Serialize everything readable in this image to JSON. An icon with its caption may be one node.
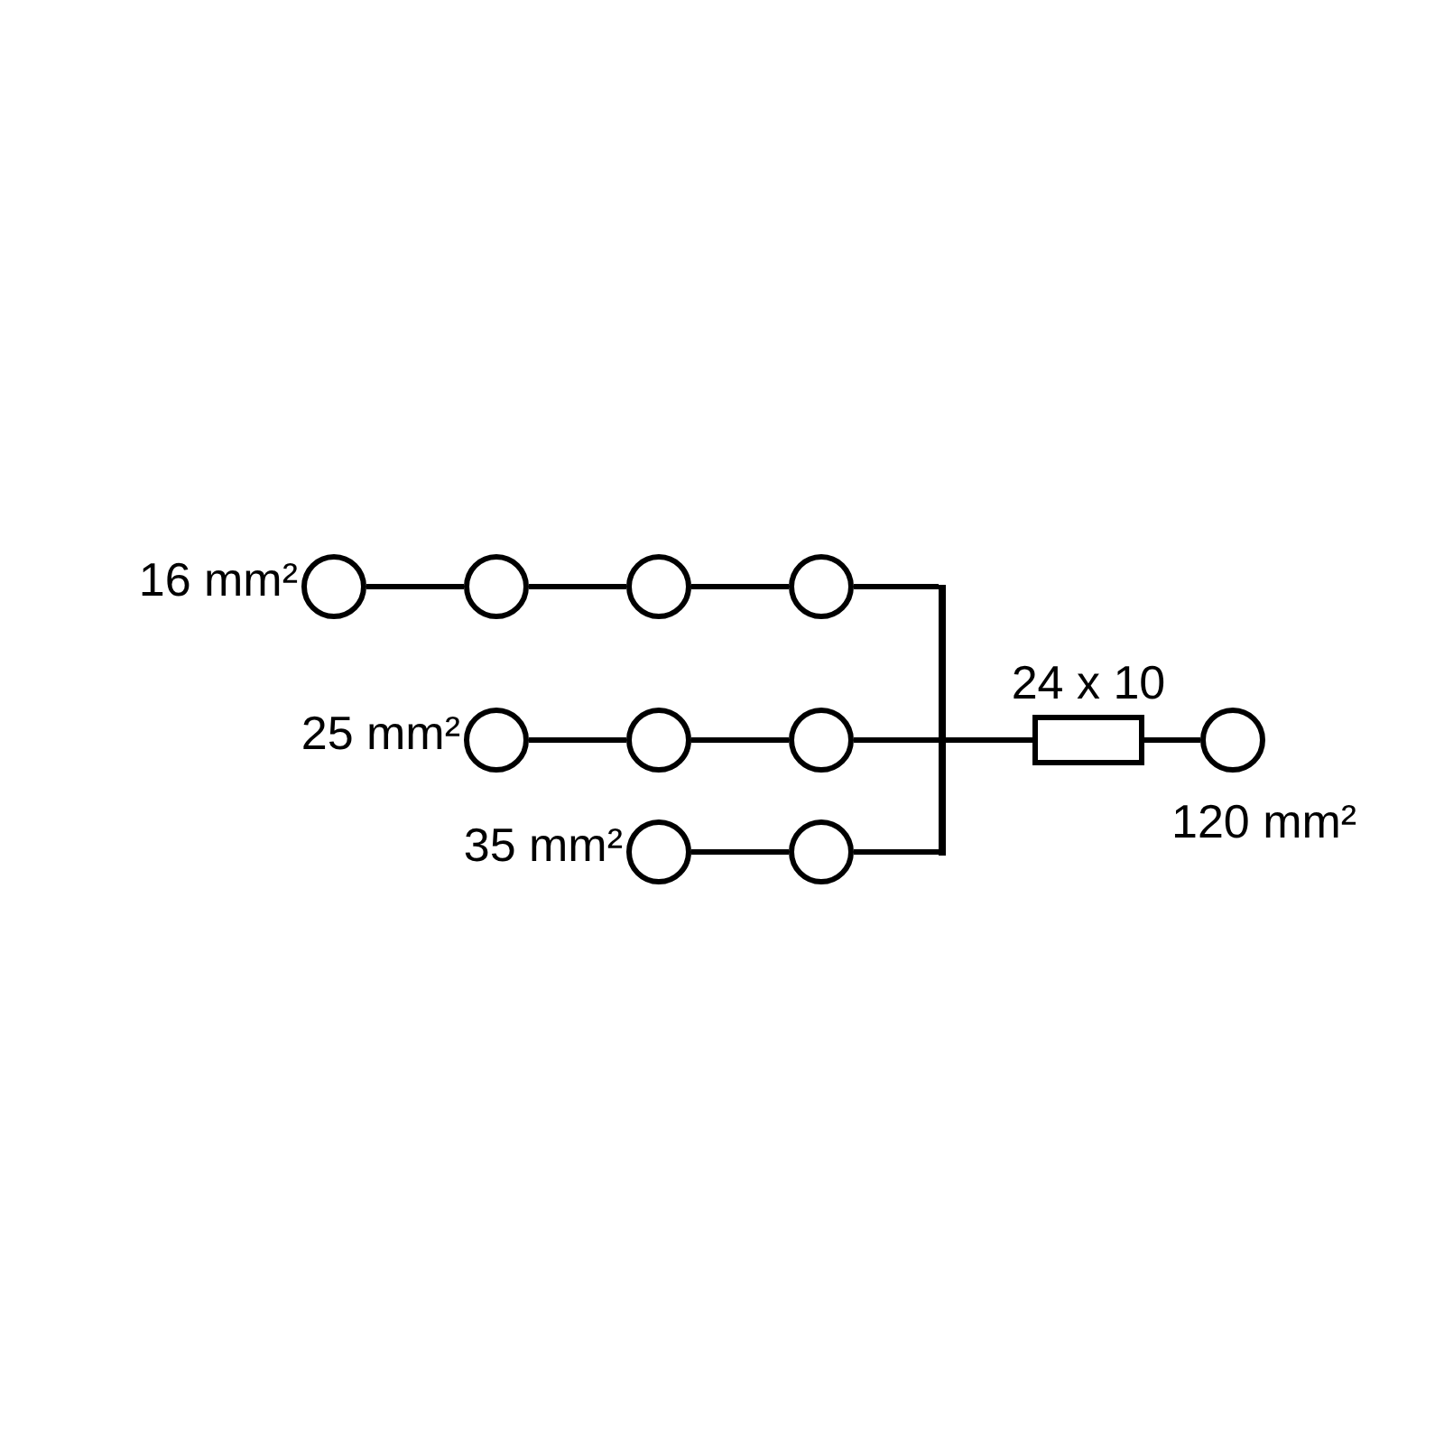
{
  "diagram": {
    "nodes": [
      {
        "text": [],
        "shape": "circle",
        "beside": [
          "16 mm²"
        ]
      },
      {
        "text": [],
        "shape": "circle"
      },
      {
        "text": [],
        "shape": "circle"
      },
      {
        "text": [],
        "shape": "circle"
      },
      {
        "text": [],
        "shape": "bar"
      },
      {
        "text": [
          "24 x 10"
        ]
      },
      {
        "text": [],
        "shape": "circle",
        "beside": [
          "120 mm²"
        ]
      },
      {
        "text": [],
        "shape": "circle",
        "beside": [
          "25 mm²"
        ]
      },
      {
        "text": [],
        "shape": "circle"
      },
      {
        "text": [],
        "shape": "circle"
      },
      {
        "text": [],
        "shape": "circle",
        "beside": [
          "35 mm²"
        ]
      },
      {
        "text": [],
        "shape": "circle"
      }
    ],
    "edges": [
      {
        "from": 0,
        "to": 1,
        "arrow": "none"
      },
      {
        "from": 1,
        "to": 2,
        "arrow": "none"
      },
      {
        "from": 2,
        "to": 3,
        "arrow": "none"
      },
      {
        "from": 3,
        "to": 4,
        "arrow": "none"
      },
      {
        "from": 7,
        "to": 8,
        "arrow": "none"
      },
      {
        "from": 8,
        "to": 9,
        "arrow": "none"
      },
      {
        "from": 9,
        "to": 4,
        "arrow": "none"
      },
      {
        "from": 10,
        "to": 11,
        "arrow": "none"
      },
      {
        "from": 11,
        "to": 4,
        "arrow": "none"
      },
      {
        "from": 4,
        "to": 5,
        "arrow": "none"
      },
      {
        "from": 5,
        "to": 6,
        "arrow": "none"
      }
    ]
  }
}
